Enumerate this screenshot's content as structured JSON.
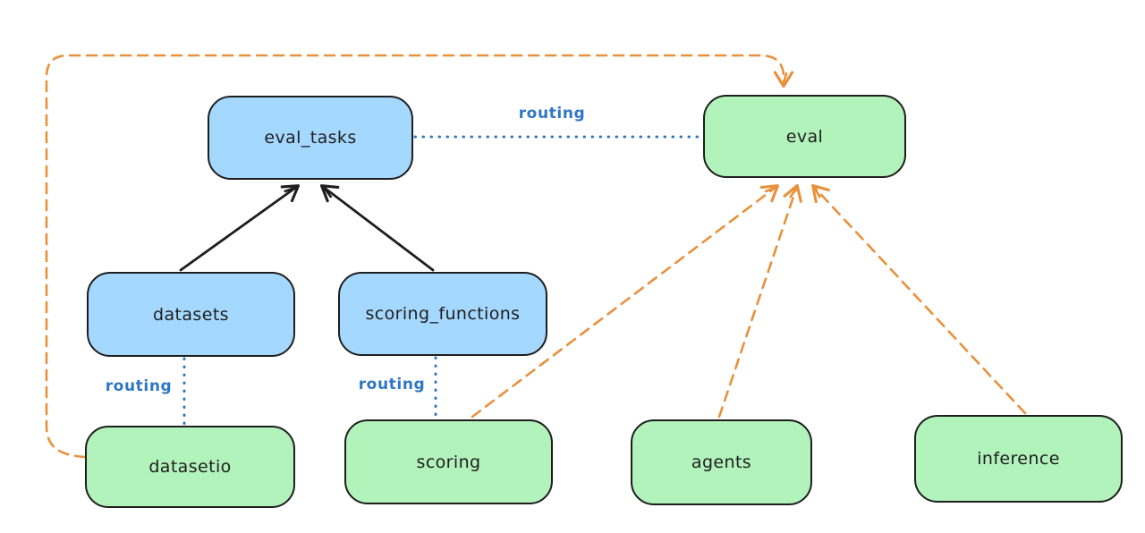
{
  "diagram": {
    "background": "#ffffff",
    "nodes": [
      {
        "id": "eval_tasks",
        "label": "eval_tasks",
        "kind": "resource",
        "fill": "#a5d8ff"
      },
      {
        "id": "eval",
        "label": "eval",
        "kind": "api",
        "fill": "#b2f2bb"
      },
      {
        "id": "datasets",
        "label": "datasets",
        "kind": "resource",
        "fill": "#a5d8ff"
      },
      {
        "id": "scoring_functions",
        "label": "scoring_functions",
        "kind": "resource",
        "fill": "#a5d8ff"
      },
      {
        "id": "datasetio",
        "label": "datasetio",
        "kind": "api",
        "fill": "#b2f2bb"
      },
      {
        "id": "scoring",
        "label": "scoring",
        "kind": "api",
        "fill": "#b2f2bb"
      },
      {
        "id": "agents",
        "label": "agents",
        "kind": "api",
        "fill": "#b2f2bb"
      },
      {
        "id": "inference",
        "label": "inference",
        "kind": "api",
        "fill": "#b2f2bb"
      }
    ],
    "edges": [
      {
        "from": "datasets",
        "to": "eval_tasks",
        "style": "solid",
        "color": "#1e1e1e",
        "arrow": "to",
        "label": ""
      },
      {
        "from": "scoring_functions",
        "to": "eval_tasks",
        "style": "solid",
        "color": "#1e1e1e",
        "arrow": "to",
        "label": ""
      },
      {
        "from": "eval_tasks",
        "to": "eval",
        "style": "dotted",
        "color": "#2f76c4",
        "arrow": "none",
        "label": "routing"
      },
      {
        "from": "datasets",
        "to": "datasetio",
        "style": "dotted",
        "color": "#2f76c4",
        "arrow": "none",
        "label": "routing"
      },
      {
        "from": "scoring_functions",
        "to": "scoring",
        "style": "dotted",
        "color": "#2f76c4",
        "arrow": "none",
        "label": "routing"
      },
      {
        "from": "datasetio",
        "to": "eval",
        "style": "dashed",
        "color": "#e8913d",
        "arrow": "to",
        "label": ""
      },
      {
        "from": "scoring",
        "to": "eval",
        "style": "dashed",
        "color": "#e8913d",
        "arrow": "to",
        "label": ""
      },
      {
        "from": "agents",
        "to": "eval",
        "style": "dashed",
        "color": "#e8913d",
        "arrow": "to",
        "label": ""
      },
      {
        "from": "inference",
        "to": "eval",
        "style": "dashed",
        "color": "#e8913d",
        "arrow": "to",
        "label": ""
      }
    ],
    "colors": {
      "resource_fill": "#a5d8ff",
      "api_fill": "#b2f2bb",
      "stroke": "#1e1e1e",
      "routing_blue": "#2f76c4",
      "orange": "#e8913d"
    }
  }
}
